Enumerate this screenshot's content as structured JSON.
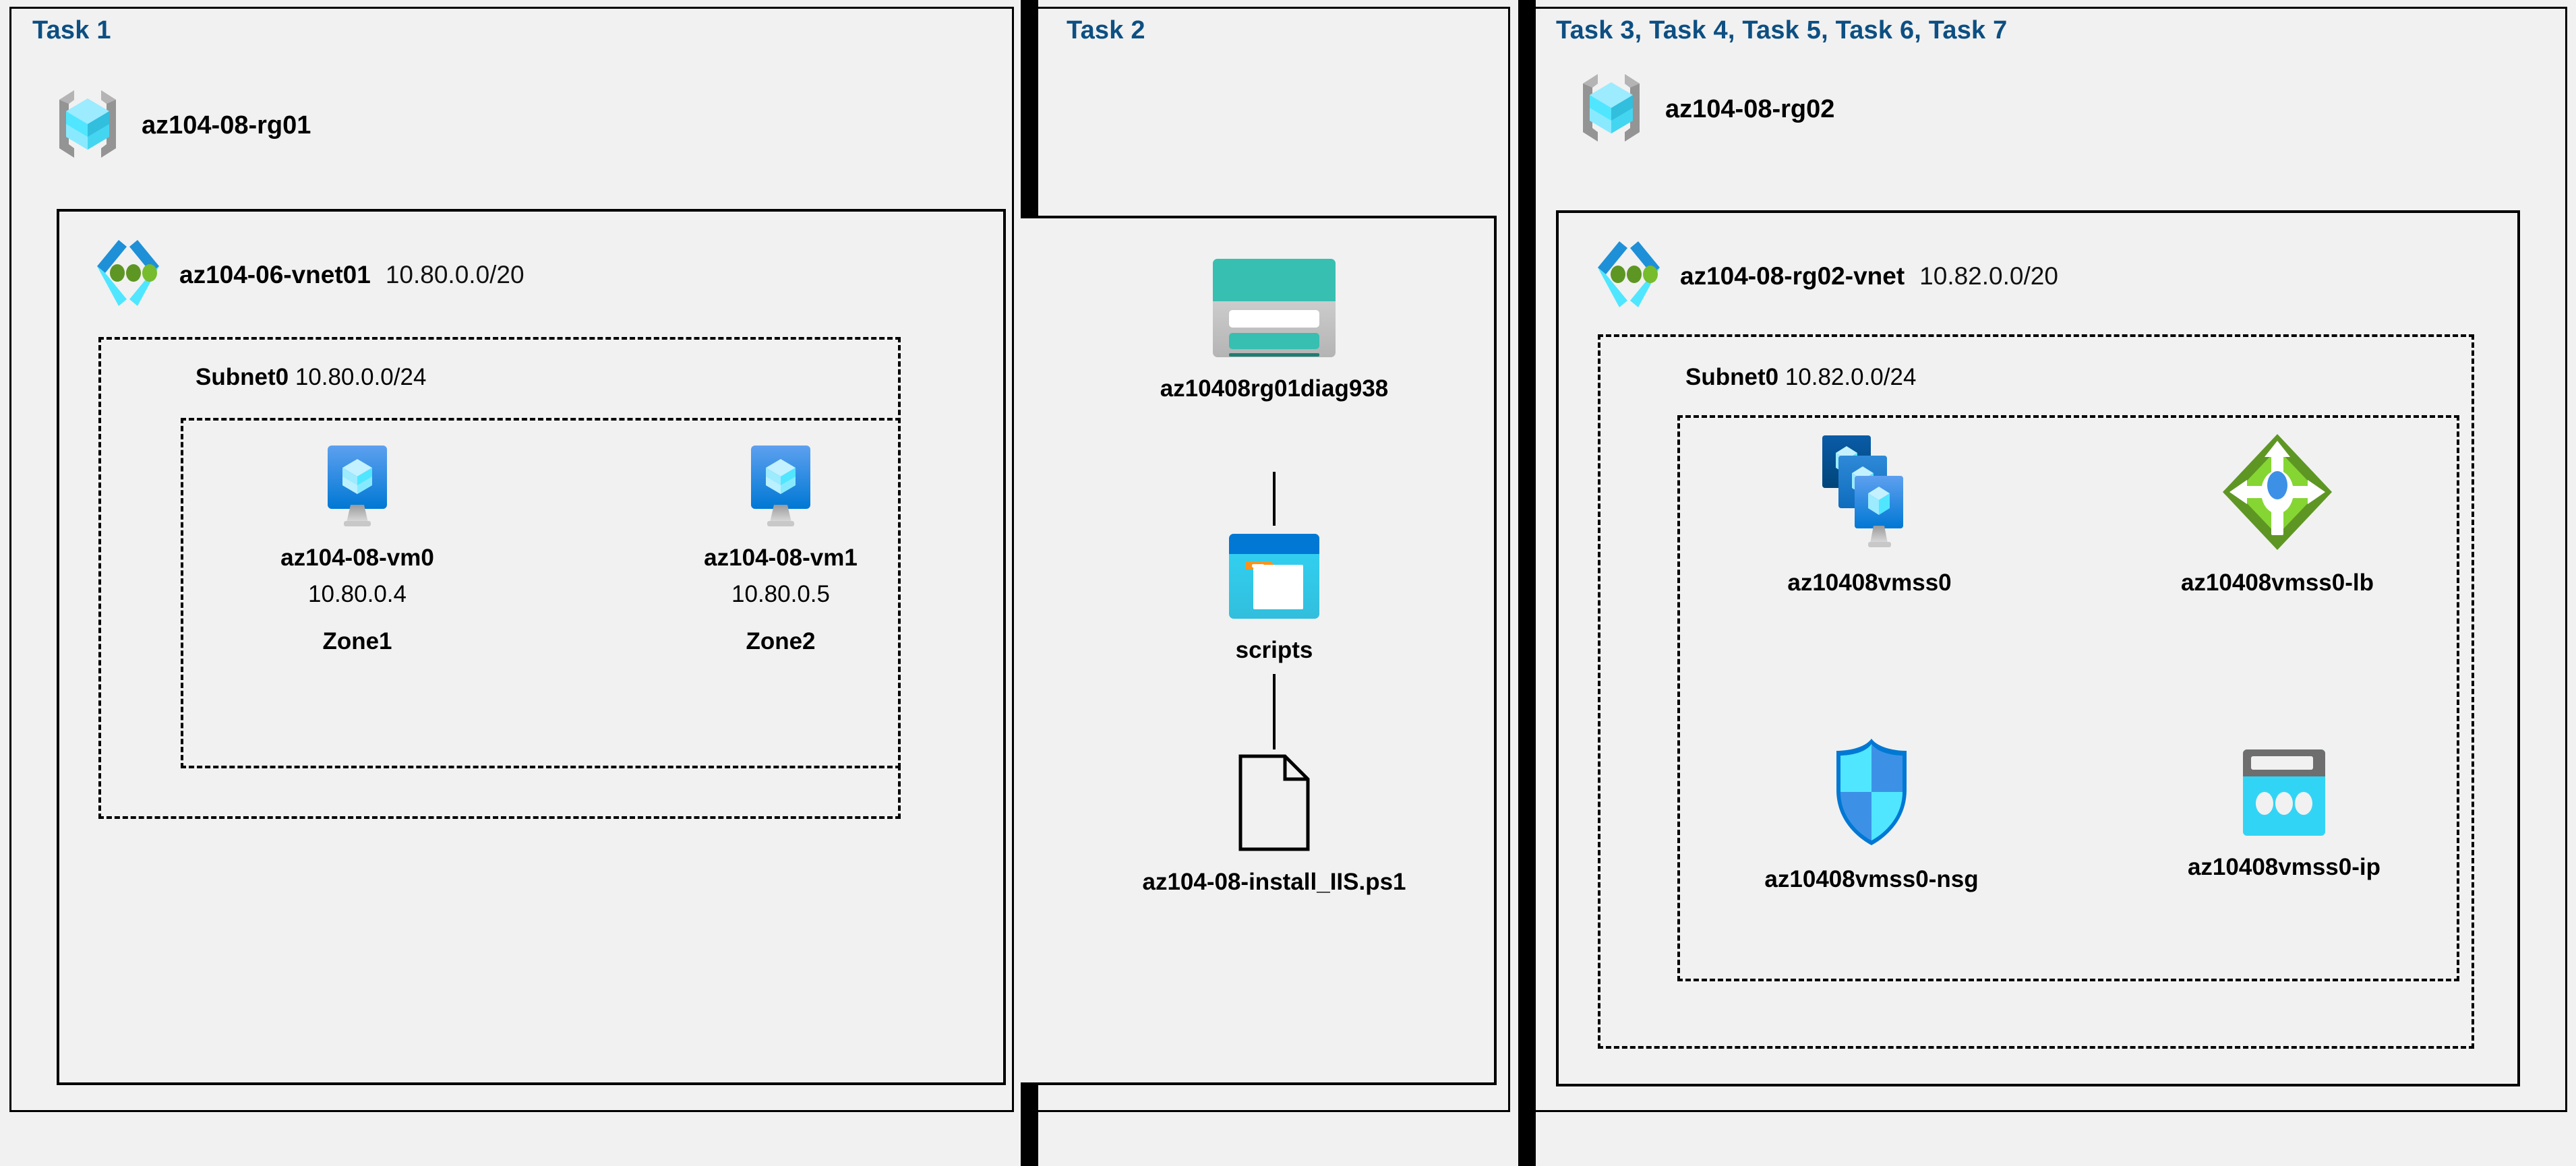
{
  "colors": {
    "background": "#f1f1f1",
    "task_label": "#0d4f82",
    "border": "#000000",
    "vnet_chevron_top": "#1e90d8",
    "vnet_chevron_bottom": "#50e6ff",
    "vnet_dot": "#5e9624",
    "rg_cube_light": "#9cebff",
    "rg_cube_mid": "#50e6ff",
    "rg_cube_dark": "#32bedd",
    "rg_bracket": "#949494",
    "vm_blue_top": "#5ea0ef",
    "vm_blue_bottom": "#0078d4",
    "storage_teal": "#37bfb1",
    "storage_teal_dark": "#1d7d73",
    "storage_gray": "#c8c8c8",
    "container_blue_top": "#0078d4",
    "container_blue_body": "#32bedd",
    "container_tab_orange": "#f7941e",
    "lb_green_dark": "#5e9624",
    "lb_green_light": "#86d633",
    "lb_center_blue": "#3c91e6",
    "nsg_shield_light": "#32bedd",
    "nsg_shield_dark": "#3c91e6",
    "ip_gray": "#6e6e6e",
    "ip_cyan": "#32bedd"
  },
  "panels": [
    {
      "id": "task1",
      "title": "Task 1",
      "resource_group": {
        "name": "az104-08-rg01",
        "icon": "resource-group-icon"
      },
      "vnet": {
        "name": "az104-06-vnet01",
        "cidr": "10.80.0.0/20",
        "icon": "virtual-network-icon"
      },
      "subnet": {
        "name": "Subnet0",
        "cidr": "10.80.0.0/24"
      },
      "vms": [
        {
          "icon": "virtual-machine-icon",
          "name": "az104-08-vm0",
          "ip": "10.80.0.4",
          "zone": "Zone1"
        },
        {
          "icon": "virtual-machine-icon",
          "name": "az104-08-vm1",
          "ip": "10.80.0.5",
          "zone": "Zone2"
        }
      ]
    },
    {
      "id": "task2",
      "title": "Task 2",
      "nodes": [
        {
          "icon": "storage-account-icon",
          "name": "az10408rg01diag938"
        },
        {
          "icon": "blob-container-icon",
          "name": "scripts"
        },
        {
          "icon": "file-icon",
          "name": "az104-08-install_IIS.ps1"
        }
      ]
    },
    {
      "id": "task3",
      "title": "Task 3, Task 4, Task 5, Task 6, Task 7",
      "resource_group": {
        "name": "az104-08-rg02",
        "icon": "resource-group-icon"
      },
      "vnet": {
        "name": "az104-08-rg02-vnet",
        "cidr": "10.82.0.0/20",
        "icon": "virtual-network-icon"
      },
      "subnet": {
        "name": "Subnet0",
        "cidr": "10.82.0.0/24"
      },
      "resources": [
        {
          "icon": "vm-scale-set-icon",
          "name": "az10408vmss0"
        },
        {
          "icon": "load-balancer-icon",
          "name": "az10408vmss0-lb"
        },
        {
          "icon": "network-security-group-icon",
          "name": "az10408vmss0-nsg"
        },
        {
          "icon": "public-ip-address-icon",
          "name": "az10408vmss0-ip"
        }
      ]
    }
  ]
}
